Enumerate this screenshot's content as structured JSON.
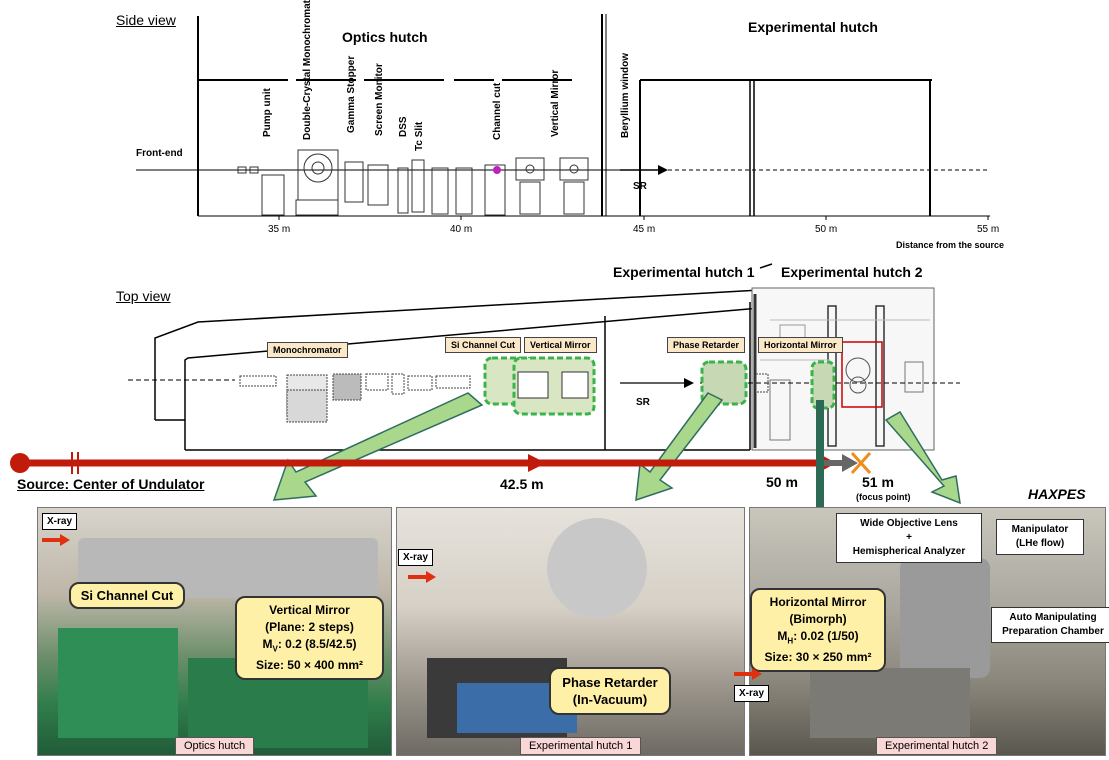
{
  "side_view": {
    "title": "Side view",
    "optics_hutch": "Optics hutch",
    "experimental_hutch": "Experimental hutch",
    "front_end": "Front-end",
    "sr": "SR",
    "components": [
      "Pump unit",
      "Double-Crystal Monochromator",
      "Gamma Stopper",
      "Screen Monitor",
      "DSS",
      "Tc Slit",
      "Channel cut",
      "Vertical Mirror",
      "Beryllium window"
    ],
    "ticks": [
      "35 m",
      "40 m",
      "45 m",
      "50 m",
      "55 m"
    ],
    "axis_label": "Distance from the source"
  },
  "top_view": {
    "title": "Top view",
    "exp_hutch_1": "Experimental hutch 1",
    "exp_hutch_2": "Experimental hutch 2",
    "sr": "SR",
    "tags": {
      "monochromator": "Monochromator",
      "si_channel_cut": "Si Channel Cut",
      "vertical_mirror": "Vertical Mirror",
      "phase_retarder": "Phase Retarder",
      "horizontal_mirror": "Horizontal Mirror"
    }
  },
  "beamline": {
    "source": "Source: Center of Undulator",
    "pos_1": "42.5 m",
    "pos_2": "50 m",
    "pos_3": "51 m",
    "focus": "(focus point)",
    "haxpes": "HAXPES"
  },
  "photos": {
    "p1": {
      "xray": "X-ray",
      "si_channel_cut": "Si Channel Cut",
      "vm_lines": [
        "Vertical Mirror",
        "(Plane: 2 steps)",
        "M",
        "V",
        ": 0.2 (8.5/42.5)",
        "Size: 50 × 400 mm²"
      ],
      "caption": "Optics hutch"
    },
    "p2": {
      "xray": "X-ray",
      "pr_lines": [
        "Phase Retarder",
        "(In-Vacuum)"
      ],
      "caption": "Experimental hutch 1"
    },
    "p3": {
      "xray": "X-ray",
      "wol_lines": [
        "Wide Objective Lens",
        "+",
        "Hemispherical Analyzer"
      ],
      "manip_lines": [
        "Manipulator",
        "(LHe flow)"
      ],
      "prep_lines": [
        "Auto Manipulating",
        "Preparation Chamber"
      ],
      "hm_lines": [
        "Horizontal Mirror",
        "(Bimorph)",
        "M",
        "H",
        ": 0.02 (1/50)",
        "Size: 30 × 250 mm²"
      ],
      "caption": "Experimental hutch 2"
    }
  }
}
